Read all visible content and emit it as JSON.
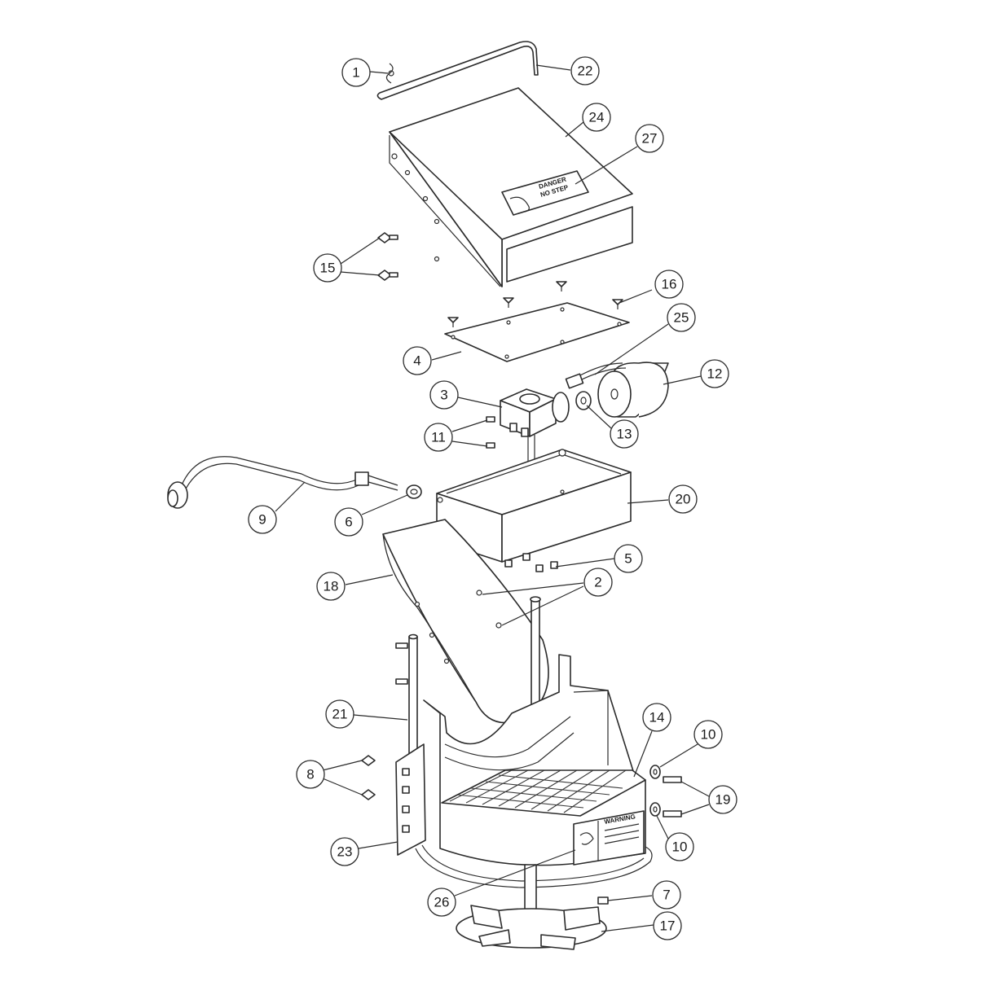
{
  "diagram": {
    "decals": {
      "hood_label_line1": "DANGER",
      "hood_label_line2": "NO STEP",
      "base_label_line1": "WARNING"
    },
    "callouts": [
      {
        "id": "c1",
        "label": "1"
      },
      {
        "id": "c22",
        "label": "22"
      },
      {
        "id": "c24",
        "label": "24"
      },
      {
        "id": "c27",
        "label": "27"
      },
      {
        "id": "c15",
        "label": "15"
      },
      {
        "id": "c16",
        "label": "16"
      },
      {
        "id": "c25",
        "label": "25"
      },
      {
        "id": "c4",
        "label": "4"
      },
      {
        "id": "c12",
        "label": "12"
      },
      {
        "id": "c3",
        "label": "3"
      },
      {
        "id": "c13",
        "label": "13"
      },
      {
        "id": "c11",
        "label": "11"
      },
      {
        "id": "c20",
        "label": "20"
      },
      {
        "id": "c9",
        "label": "9"
      },
      {
        "id": "c6",
        "label": "6"
      },
      {
        "id": "c5",
        "label": "5"
      },
      {
        "id": "c2",
        "label": "2"
      },
      {
        "id": "c18",
        "label": "18"
      },
      {
        "id": "c21",
        "label": "21"
      },
      {
        "id": "c14",
        "label": "14"
      },
      {
        "id": "c10a",
        "label": "10"
      },
      {
        "id": "c8",
        "label": "8"
      },
      {
        "id": "c19",
        "label": "19"
      },
      {
        "id": "c10b",
        "label": "10"
      },
      {
        "id": "c23",
        "label": "23"
      },
      {
        "id": "c26",
        "label": "26"
      },
      {
        "id": "c7",
        "label": "7"
      },
      {
        "id": "c17",
        "label": "17"
      }
    ]
  }
}
